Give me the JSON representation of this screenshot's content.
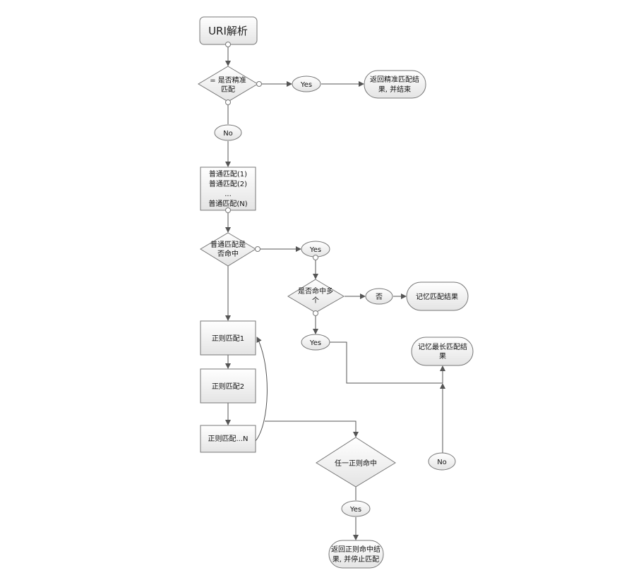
{
  "nodes": {
    "start": "URI解析",
    "exact_decision": [
      "=  是否精准",
      "匹配"
    ],
    "exact_yes": "Yes",
    "exact_return": [
      "返回精准匹配结",
      "果, 并结束"
    ],
    "exact_no": "No",
    "normal_matches": [
      "普通匹配(1)",
      "普通匹配(2)",
      "...",
      "普通匹配(N)"
    ],
    "normal_decision": [
      "普通匹配是",
      "否命中"
    ],
    "normal_yes": "Yes",
    "multi_decision": [
      "是否命中多",
      "个"
    ],
    "multi_no": "否",
    "remember_match": "记忆匹配结果",
    "multi_yes": "Yes",
    "remember_longest": [
      "记忆最长匹配结",
      "果"
    ],
    "regex1": "正则匹配1",
    "regex2": "正则匹配2",
    "regexN": "正则匹配...N",
    "regex_decision": "任一正则命中",
    "regex_yes": "Yes",
    "regex_return": [
      "返回正则命中结",
      "果, 并停止匹配"
    ],
    "regex_no": "No"
  }
}
